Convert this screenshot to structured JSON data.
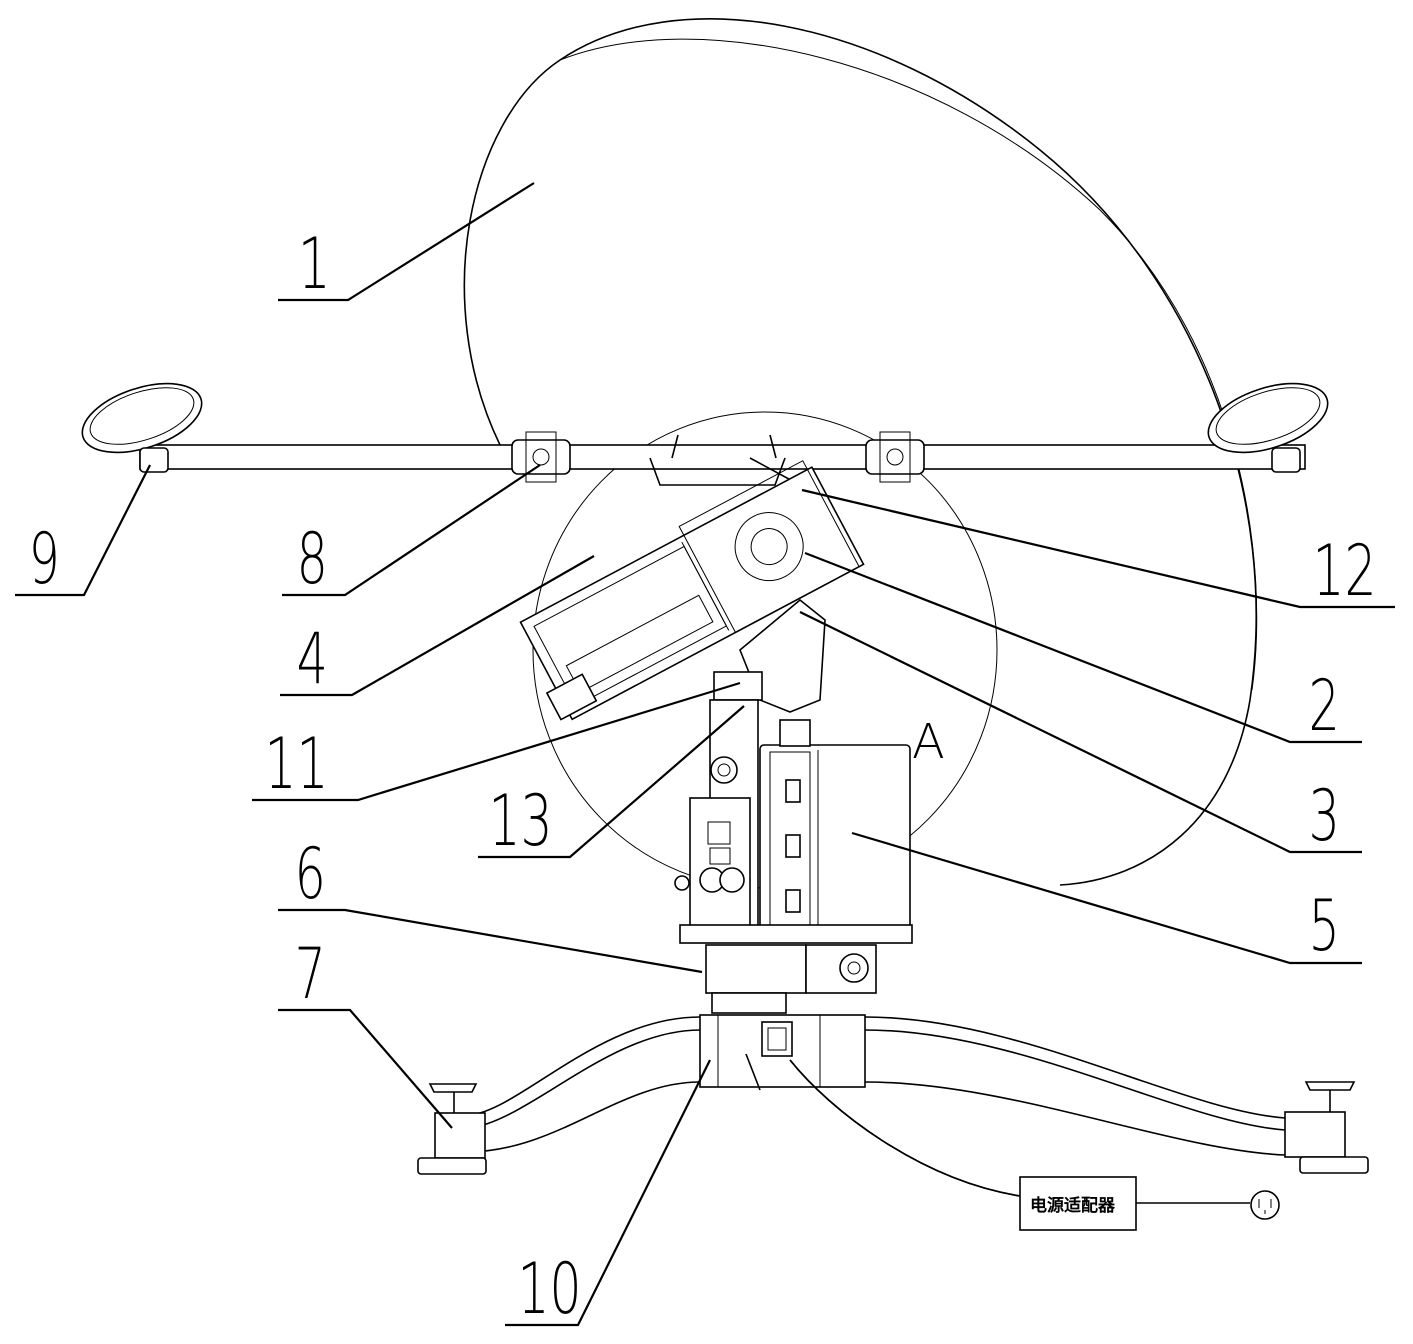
{
  "callouts": [
    {
      "id": "1",
      "label": "1"
    },
    {
      "id": "2",
      "label": "2"
    },
    {
      "id": "3",
      "label": "3"
    },
    {
      "id": "4",
      "label": "4"
    },
    {
      "id": "5",
      "label": "5"
    },
    {
      "id": "6",
      "label": "6"
    },
    {
      "id": "7",
      "label": "7"
    },
    {
      "id": "8",
      "label": "8"
    },
    {
      "id": "9",
      "label": "9"
    },
    {
      "id": "10",
      "label": "10"
    },
    {
      "id": "11",
      "label": "11"
    },
    {
      "id": "12",
      "label": "12"
    },
    {
      "id": "13",
      "label": "13"
    }
  ],
  "detail_marker": "A",
  "power_adapter_label": "电源适配器",
  "colors": {
    "line": "#000000",
    "background": "#ffffff"
  }
}
